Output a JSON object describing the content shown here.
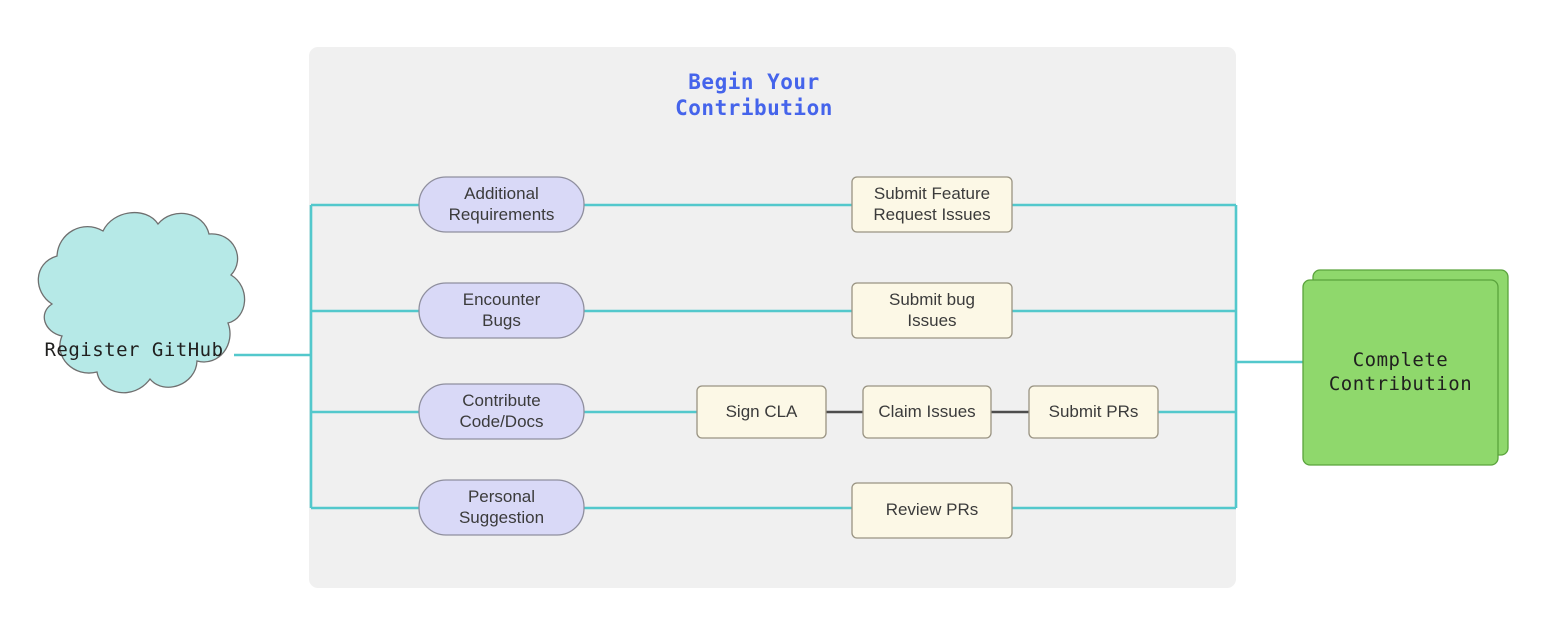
{
  "diagram": {
    "title": "Begin Your\nContribution",
    "title_color": "#4564eb",
    "panel_color": "#f0f0f0",
    "connector_color": "#53c8cc",
    "connector_dark_color": "#4d4d4d",
    "start_node": {
      "label": "Register GitHub",
      "shape": "cloud",
      "fill": "#b6e9e7",
      "stroke": "#6f6f6f"
    },
    "end_node": {
      "label": "Complete\nContribution",
      "shape": "stacked-rect",
      "fill": "#8fd86c",
      "stroke": "#5aa33c"
    },
    "branches": [
      {
        "trigger": {
          "label": "Additional\nRequirements",
          "shape": "stadium",
          "fill": "#d9d9f7",
          "stroke": "#8f8f9e"
        },
        "steps": [
          {
            "label": "Submit Feature\nRequest Issues",
            "shape": "rect",
            "fill": "#fcf8e6",
            "stroke": "#999382"
          }
        ]
      },
      {
        "trigger": {
          "label": "Encounter\nBugs",
          "shape": "stadium",
          "fill": "#d9d9f7",
          "stroke": "#8f8f9e"
        },
        "steps": [
          {
            "label": "Submit bug\nIssues",
            "shape": "rect",
            "fill": "#fcf8e6",
            "stroke": "#999382"
          }
        ]
      },
      {
        "trigger": {
          "label": "Contribute\nCode/Docs",
          "shape": "stadium",
          "fill": "#d9d9f7",
          "stroke": "#8f8f9e"
        },
        "steps": [
          {
            "label": "Sign CLA",
            "shape": "rect",
            "fill": "#fcf8e6",
            "stroke": "#999382"
          },
          {
            "label": "Claim Issues",
            "shape": "rect",
            "fill": "#fcf8e6",
            "stroke": "#999382"
          },
          {
            "label": "Submit PRs",
            "shape": "rect",
            "fill": "#fcf8e6",
            "stroke": "#999382"
          }
        ]
      },
      {
        "trigger": {
          "label": "Personal\nSuggestion",
          "shape": "stadium",
          "fill": "#d9d9f7",
          "stroke": "#8f8f9e"
        },
        "steps": [
          {
            "label": "Review PRs",
            "shape": "rect",
            "fill": "#fcf8e6",
            "stroke": "#999382"
          }
        ]
      }
    ]
  }
}
